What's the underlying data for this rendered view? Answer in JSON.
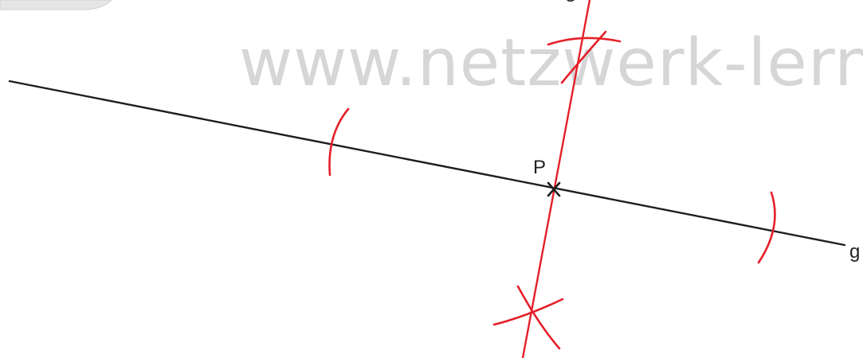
{
  "watermark": {
    "text": "www.netzwerk-lerne"
  },
  "labels": {
    "point_p": "P",
    "line_g": "g",
    "line_s_top": "s"
  },
  "colors": {
    "line_g": "#1e1e1e",
    "perpendicular": "#e5202a",
    "arcs": "#e5202a",
    "watermark": "#d6d6d6"
  }
}
